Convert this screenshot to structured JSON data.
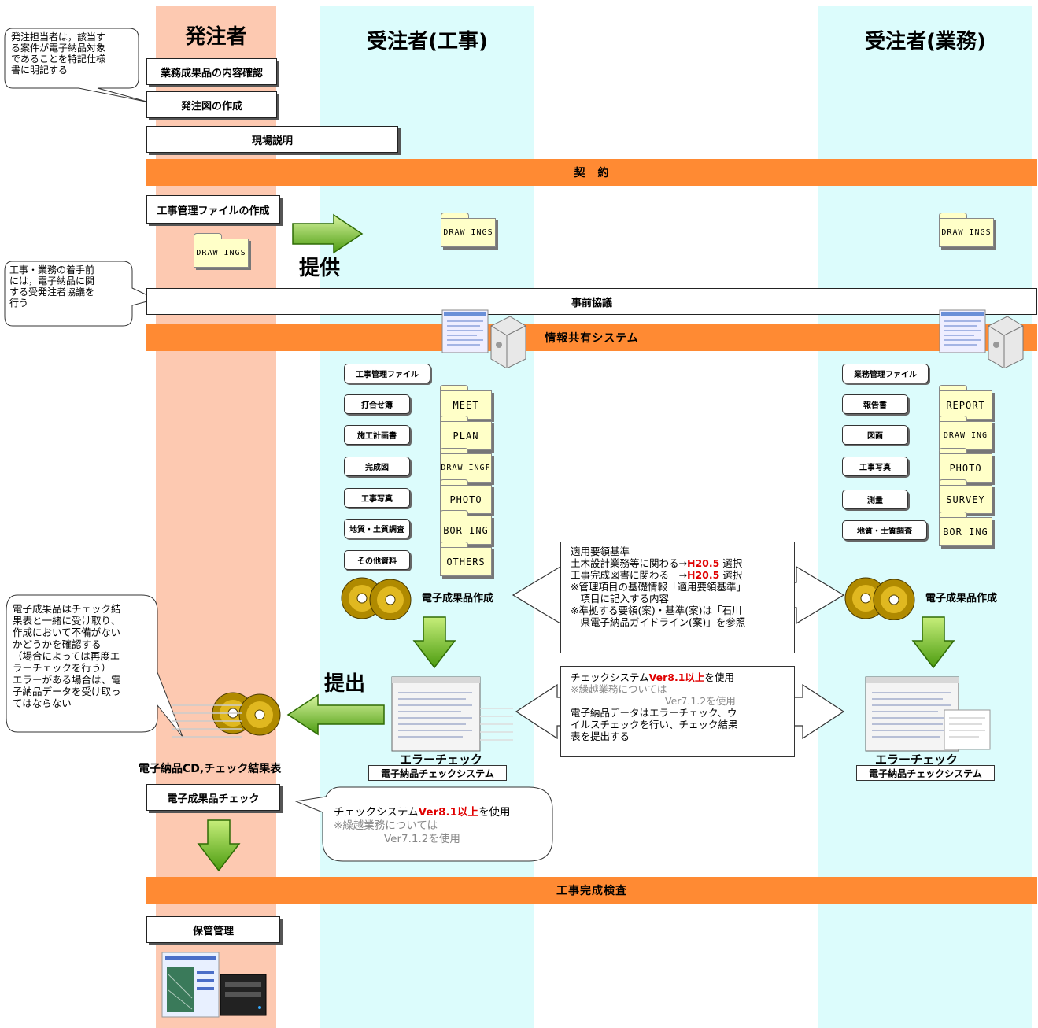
{
  "lanes": {
    "orderer": "発注者",
    "contractor_construction": "受注者(工事)",
    "contractor_service": "受注者(業務)"
  },
  "orderer_steps": {
    "confirm_deliverables": "業務成果品の内容確認",
    "create_drawings": "発注図の作成",
    "site_briefing": "現場説明",
    "create_mgmt_file": "工事管理ファイルの作成",
    "deliverable_check": "電子成果品チェック",
    "archive": "保管管理"
  },
  "bands": {
    "contract": "契　約",
    "pre_consultation": "事前協議",
    "info_sharing": "情報共有システム",
    "completion_inspection": "工事完成検査"
  },
  "callouts": {
    "spec_note": "発注担当者は，該当す\nる案件が電子納品対象\nであることを特記仕様\n書に明記する",
    "pre_note": "工事・業務の着手前\nには，電子納品に関\nする受発注者協議を\n行う",
    "receive_note": "電子成果品はチェック結\n果表と一緒に受け取り、\n作成において不備がない\nかどうかを確認する\n（場合によっては再度エ\nラーチェックを行う）\nエラーがある場合は、電\n子納品データを受け取っ\nてはならない"
  },
  "arrow_labels": {
    "provide": "提供",
    "submit": "提出"
  },
  "folders": {
    "drawings": "DRAW INGS"
  },
  "construction_items": [
    {
      "label": "工事管理ファイル",
      "folder": ""
    },
    {
      "label": "打合せ簿",
      "folder": "MEET"
    },
    {
      "label": "施工計画書",
      "folder": "PLAN"
    },
    {
      "label": "完成図",
      "folder": "DRAW INGF"
    },
    {
      "label": "工事写真",
      "folder": "PHOTO"
    },
    {
      "label": "地質・土質調査",
      "folder": "BOR ING"
    },
    {
      "label": "その他資料",
      "folder": "OTHERS"
    }
  ],
  "service_items": [
    {
      "label": "業務管理ファイル",
      "folder": ""
    },
    {
      "label": "報告書",
      "folder": "REPORT"
    },
    {
      "label": "図面",
      "folder": "DRAW ING"
    },
    {
      "label": "工事写真",
      "folder": "PHOTO"
    },
    {
      "label": "測量",
      "folder": "SURVEY"
    },
    {
      "label": "地質・土質調査",
      "folder": "BOR ING"
    }
  ],
  "create_deliverable": "電子成果品作成",
  "error_check": "エラーチェック",
  "check_system": "電子納品チェックシステム",
  "cd_label": "電子納品CD,チェック結果表",
  "standards_box": {
    "line1": "適用要領基準",
    "line2_pre": "土木設計業務等に関わる→",
    "line2_red": "H20.5",
    "line2_post": " 選択",
    "line3_pre": "工事完成図書に関わる　→",
    "line3_red": "H20.5",
    "line3_post": " 選択",
    "line4": "※管理項目の基礎情報「適用要領基準」",
    "line5": "　項目に記入する内容",
    "line6": "※準拠する要領(案)・基準(案)は「石川",
    "line7": "　県電子納品ガイドライン(案)」を参照"
  },
  "check_box": {
    "line1_pre": "チェックシステム",
    "line1_red": "Ver8.1以上",
    "line1_post": "を使用",
    "line2": "※繰越業務については",
    "line3": "Ver7.1.2を使用",
    "line4": "電子納品データはエラーチェック、ウ",
    "line5": "イルスチェックを行い、チェック結果",
    "line6": "表を提出する"
  },
  "check_bubble": {
    "line1_pre": "チェックシステム",
    "line1_red": "Ver8.1以上",
    "line1_post": "を使用",
    "line2": "※繰越業務については",
    "line3": "Ver7.1.2を使用"
  },
  "colors": {
    "orderer_lane": "#fdc9b1",
    "contractor_lane": "#dcfcfc",
    "band": "#ff8a33",
    "arrow_green": "#7cc221",
    "folder": "#ffffc8",
    "red": "#e00000"
  }
}
